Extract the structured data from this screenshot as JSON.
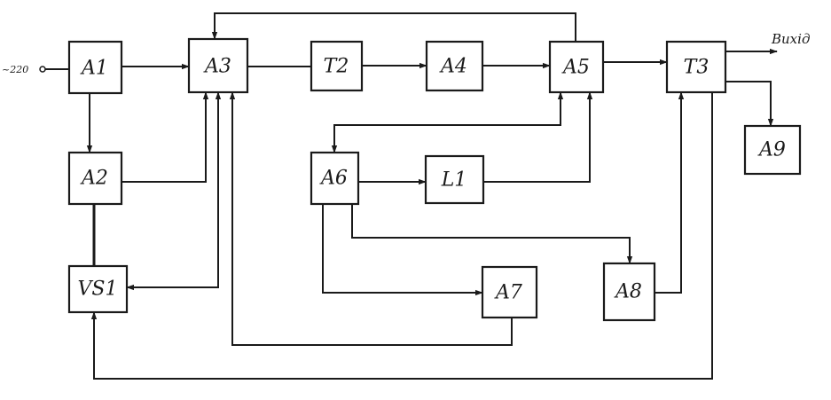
{
  "blocks": {
    "a1": "A1",
    "a2": "A2",
    "a3": "A3",
    "t2": "T2",
    "a4": "A4",
    "a5": "A5",
    "t3": "T3",
    "a9": "A9",
    "a6": "A6",
    "l1": "L1",
    "a7": "A7",
    "a8": "A8",
    "vs1": "VS1"
  },
  "input_label": "~220",
  "output_label": "Вихід",
  "colors": {
    "ink": "#1a1a1a",
    "paper": "#ffffff"
  }
}
